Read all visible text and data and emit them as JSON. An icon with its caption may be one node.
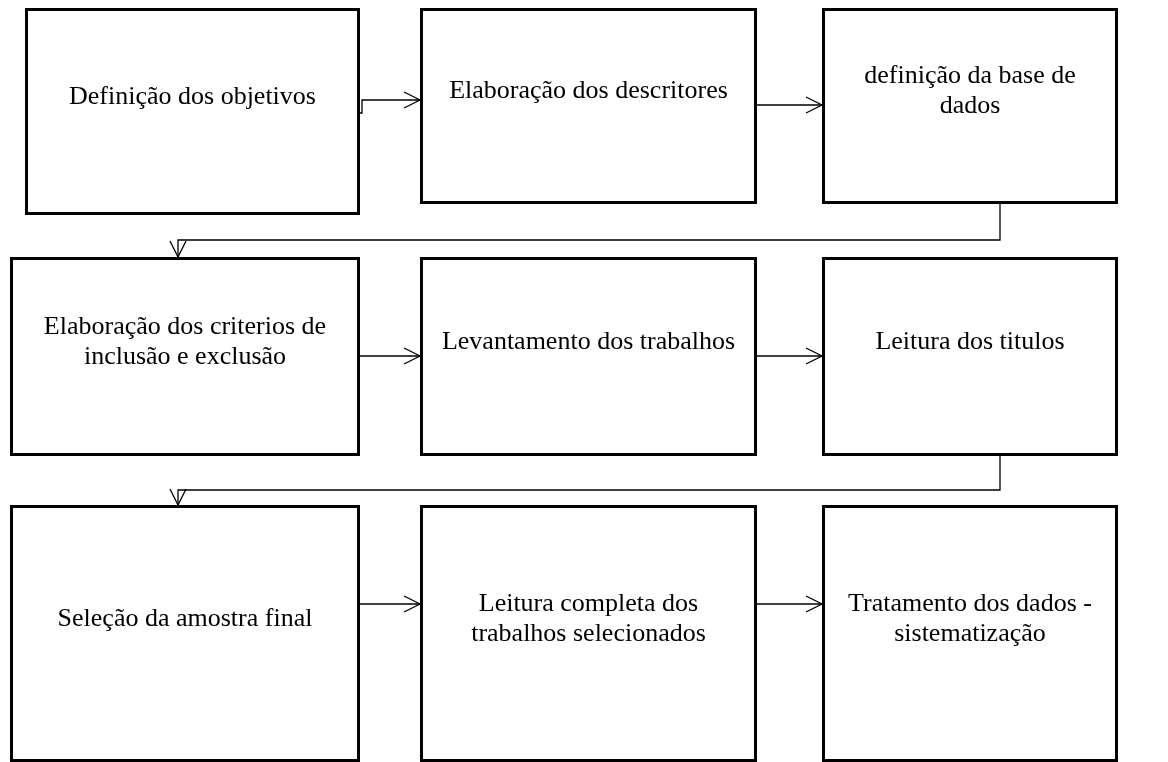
{
  "diagram": {
    "nodes": [
      {
        "text": [
          "Definição dos objetivos"
        ]
      },
      {
        "text": [
          "Elaboração dos descritores"
        ]
      },
      {
        "text": [
          "definição da base de dados"
        ]
      },
      {
        "text": [
          "Elaboração dos criterios de inclusão e exclusão"
        ]
      },
      {
        "text": [
          "Levantamento dos trabalhos"
        ]
      },
      {
        "text": [
          "Leitura dos titulos"
        ]
      },
      {
        "text": [
          "Seleção da amostra final"
        ]
      },
      {
        "text": [
          "Leitura completa dos trabalhos selecionados"
        ]
      },
      {
        "text": [
          "Tratamento dos dados - sistematização"
        ]
      }
    ],
    "edges": [
      {
        "from": 0,
        "to": 1,
        "arrow": "to"
      },
      {
        "from": 1,
        "to": 2,
        "arrow": "to"
      },
      {
        "from": 2,
        "to": 3,
        "arrow": "to"
      },
      {
        "from": 3,
        "to": 4,
        "arrow": "to"
      },
      {
        "from": 4,
        "to": 5,
        "arrow": "to"
      },
      {
        "from": 5,
        "to": 6,
        "arrow": "to"
      },
      {
        "from": 6,
        "to": 7,
        "arrow": "to"
      },
      {
        "from": 7,
        "to": 8,
        "arrow": "to"
      }
    ]
  }
}
